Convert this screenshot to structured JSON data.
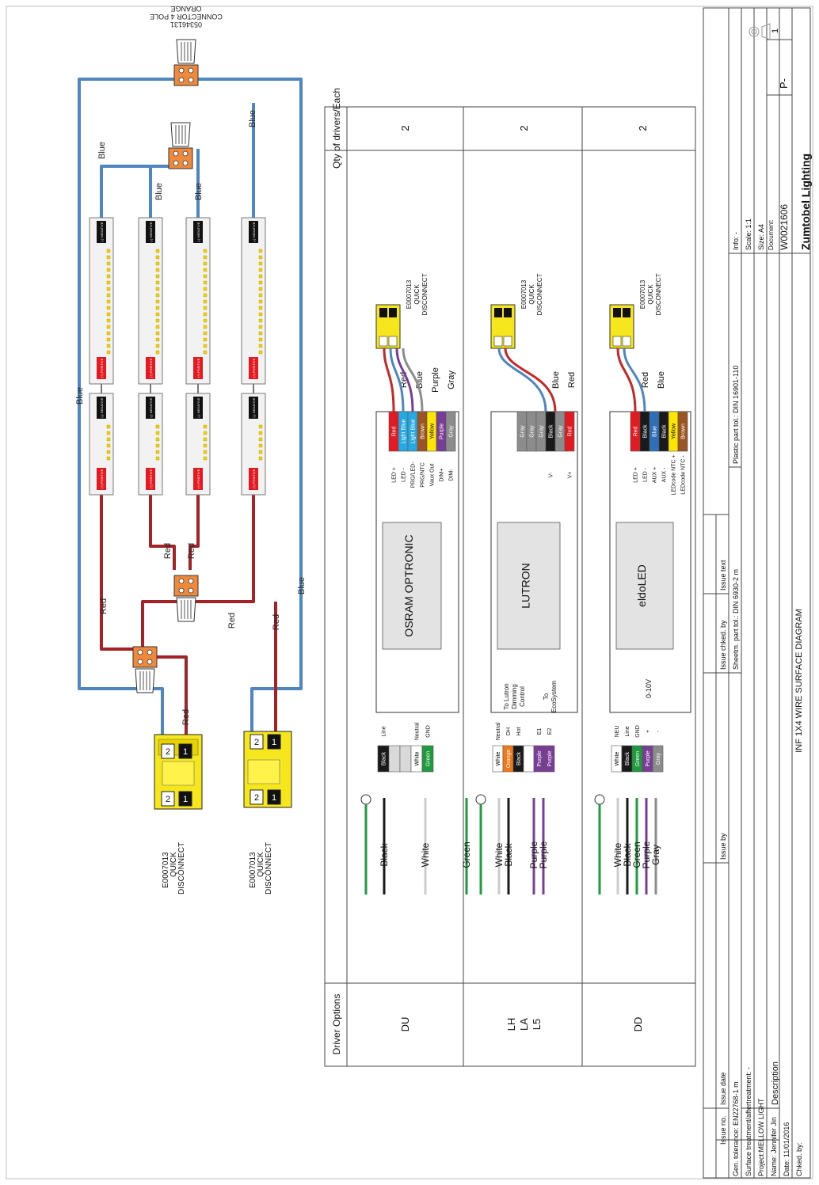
{
  "wires": {
    "blue": "Blue",
    "red": "Red"
  },
  "connector_4pole": {
    "part": "05346131",
    "line2": "CONNECTOR 4 POLE",
    "line3": "ORANGE"
  },
  "quick_disconnect": {
    "part": "E0007013",
    "line2": "QUICK",
    "line3": "DISCONNECT",
    "pin1": "1",
    "pin2": "2"
  },
  "led_board": {
    "neg": "(-) NEGATIVE",
    "pos": "(+) POSITIVE"
  },
  "table": {
    "header_left": "Driver Options",
    "header_right": "Qty of drivers/Each",
    "rows": [
      {
        "code": "DU",
        "qty": "2",
        "driver_name": "OSRAM OPTRONIC",
        "input_wires": [
          "Black",
          "White",
          "Green"
        ],
        "input_cells": [
          {
            "label": "Black",
            "term": "Line",
            "color": "#1a1a1a",
            "text": "#ffffff"
          },
          {
            "label": "",
            "term": "",
            "color": "#d9d9d9",
            "text": "#000000"
          },
          {
            "label": "",
            "term": "",
            "color": "#d9d9d9",
            "text": "#000000"
          },
          {
            "label": "White",
            "term": "Neutral",
            "color": "#ffffff",
            "text": "#000000"
          },
          {
            "label": "Green",
            "term": "GND",
            "color": "#1f9a3e",
            "text": "#ffffff"
          }
        ],
        "output_cells": [
          {
            "label": "Red",
            "term": "LED +",
            "color": "#e21b23",
            "text": "#ffffff"
          },
          {
            "label": "Light Blue",
            "term": "LED -",
            "color": "#29a8e0",
            "text": "#ffffff"
          },
          {
            "label": "Light Blue",
            "term": "PRG/LED-",
            "color": "#29a8e0",
            "text": "#ffffff"
          },
          {
            "label": "Brown",
            "term": "PRG/NTC",
            "color": "#9b5423",
            "text": "#ffffff"
          },
          {
            "label": "Yellow",
            "term": "Vaux Out",
            "color": "#ffe600",
            "text": "#000000"
          },
          {
            "label": "Purple",
            "term": "DIM+",
            "color": "#7a3d97",
            "text": "#ffffff"
          },
          {
            "label": "Gray",
            "term": "DIM-",
            "color": "#8c8c8c",
            "text": "#ffffff"
          }
        ],
        "lead_wires": [
          "Red",
          "Blue",
          "Purple",
          "Gray"
        ]
      },
      {
        "code_lines": [
          "LH",
          "LA",
          "L5"
        ],
        "qty": "2",
        "driver_name": "LUTRON",
        "input_wires": [
          "White",
          "Black",
          "Purple",
          "Purple"
        ],
        "input_cells": [
          {
            "label": "White",
            "term": "Neutral",
            "color": "#ffffff",
            "text": "#000000"
          },
          {
            "label": "Orange",
            "term": "DH",
            "color": "#f07a1a",
            "text": "#ffffff"
          },
          {
            "label": "Black",
            "term": "Hot",
            "color": "#1a1a1a",
            "text": "#ffffff"
          },
          {
            "label": "",
            "term": "",
            "color": "#ffffff",
            "text": "#000000"
          },
          {
            "label": "Purple",
            "term": "E1",
            "color": "#7a3d97",
            "text": "#ffffff"
          },
          {
            "label": "Purple",
            "term": "E2",
            "color": "#7a3d97",
            "text": "#ffffff"
          }
        ],
        "control_a": [
          "To Lutron",
          "Dimming",
          "Control"
        ],
        "control_b": [
          "To",
          "EcoSystem"
        ],
        "output_cells": [
          {
            "label": "Gray",
            "term": "",
            "color": "#8c8c8c",
            "text": "#ffffff"
          },
          {
            "label": "Gray",
            "term": "",
            "color": "#8c8c8c",
            "text": "#ffffff"
          },
          {
            "label": "Gray",
            "term": "",
            "color": "#8c8c8c",
            "text": "#ffffff"
          },
          {
            "label": "Black",
            "term": "V-",
            "color": "#1a1a1a",
            "text": "#ffffff"
          },
          {
            "label": "Gray",
            "term": "",
            "color": "#8c8c8c",
            "text": "#ffffff"
          },
          {
            "label": "Red",
            "term": "V+",
            "color": "#e21b23",
            "text": "#ffffff"
          }
        ],
        "lead_wires": [
          "Blue",
          "Red"
        ]
      },
      {
        "code": "DD",
        "qty": "2",
        "driver_name": "eldoLED",
        "input_wires": [
          "White",
          "Black",
          "Green",
          "Purple",
          "Gray"
        ],
        "input_cells": [
          {
            "label": "White",
            "term": "NEU",
            "color": "#ffffff",
            "text": "#000000"
          },
          {
            "label": "Black",
            "term": "Line",
            "color": "#1a1a1a",
            "text": "#ffffff"
          },
          {
            "label": "Green",
            "term": "GND",
            "color": "#1f9a3e",
            "text": "#ffffff"
          },
          {
            "label": "Purple",
            "term": "+",
            "color": "#7a3d97",
            "text": "#ffffff"
          },
          {
            "label": "Gray",
            "term": "-",
            "color": "#8c8c8c",
            "text": "#ffffff"
          }
        ],
        "dim_label": "0-10V",
        "output_cells": [
          {
            "label": "Red",
            "term": "LED +",
            "color": "#e21b23",
            "text": "#ffffff"
          },
          {
            "label": "Black",
            "term": "LED -",
            "color": "#1a1a1a",
            "text": "#ffffff"
          },
          {
            "label": "Blue",
            "term": "AUX +",
            "color": "#2f6fb8",
            "text": "#ffffff"
          },
          {
            "label": "Black",
            "term": "AUX -",
            "color": "#1a1a1a",
            "text": "#ffffff"
          },
          {
            "label": "Yellow",
            "term": "LEDcode NTC +",
            "color": "#ffe600",
            "text": "#000000"
          },
          {
            "label": "Brown",
            "term": "LEDcode NTC -",
            "color": "#9b5423",
            "text": "#ffffff"
          }
        ],
        "lead_wires": [
          "Red",
          "Blue"
        ]
      }
    ]
  },
  "title_block": {
    "row_issue": [
      "Issue no.",
      "Issue date",
      "Issue by",
      "Issue chked. by",
      "Issue text"
    ],
    "gen_tol": "Gen. tolerance: EN22768-1 m",
    "sheetm": "Sheetm. part tol.: DIN 6930-2 m",
    "plastic": "Plastic part tol.: DIN 16901-110",
    "info": "Info: -",
    "surface": "Surface treatment/aftertreatment: -",
    "scale": "Scale: 1:1",
    "project": "Project:MELLOW LIGHT",
    "size": "Size: A4",
    "name": "Name: Jennifer Jin",
    "description_label": "Description",
    "description": "INF 1X4 WIRE SURFACE DIAGRAM",
    "document_label": "Document:",
    "document": "W0021606",
    "revision": "P-",
    "sheet": "1",
    "date": "Date: 11/01/2016",
    "chked": "Chked. by:",
    "company": "Zumtobel Lighting"
  },
  "colors": {
    "blue_wire": "#4f86c0",
    "red_wire": "#a32428",
    "connector": "#ef8a3c",
    "qd_yellow": "#f5e61e",
    "board_red": "#e21b23"
  }
}
